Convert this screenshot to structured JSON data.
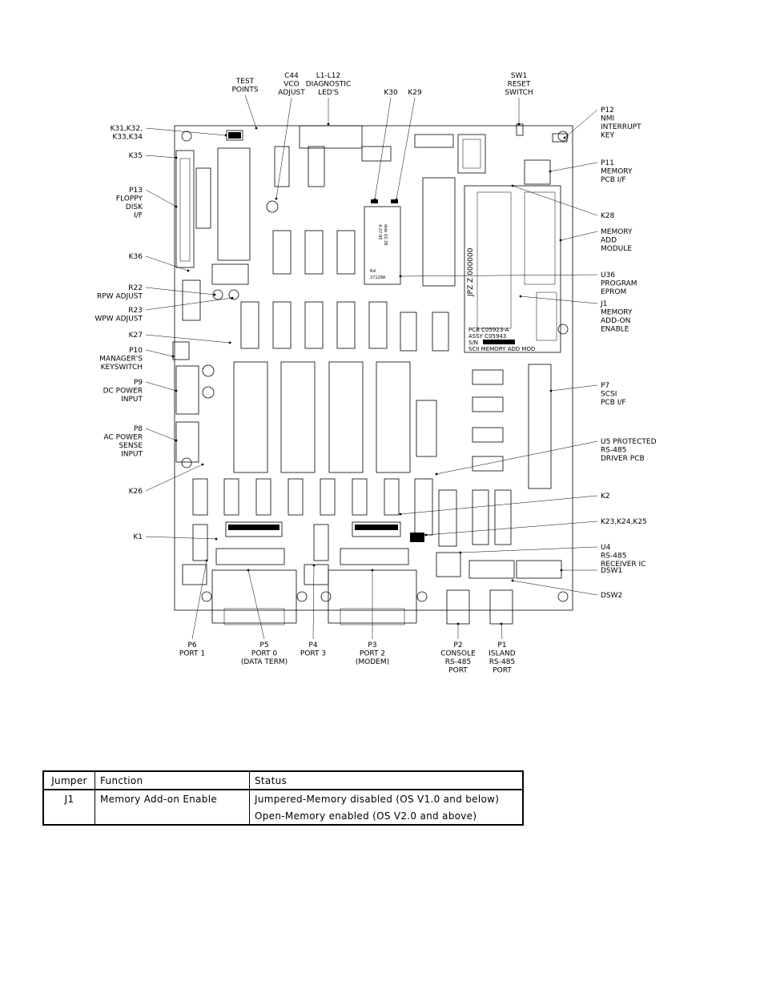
{
  "top_labels": [
    {
      "lines": [
        "TEST",
        "POINTS"
      ]
    },
    {
      "lines": [
        "C44",
        "VCO",
        "ADJUST"
      ]
    },
    {
      "lines": [
        "L1-L12",
        "DIAGNOSTIC",
        "LED'S"
      ]
    },
    {
      "lines": [
        "K30"
      ]
    },
    {
      "lines": [
        "K29"
      ]
    },
    {
      "lines": [
        "SW1",
        "RESET",
        "SWITCH"
      ]
    }
  ],
  "left_labels": [
    {
      "lines": [
        "K31,K32,",
        "K33,K34"
      ]
    },
    {
      "lines": [
        "K35"
      ]
    },
    {
      "lines": [
        "P13",
        "FLOPPY",
        "DISK",
        "I/F"
      ]
    },
    {
      "lines": [
        "K36"
      ]
    },
    {
      "lines": [
        "R22",
        "RPW ADJUST"
      ]
    },
    {
      "lines": [
        "R23",
        "WPW ADJUST"
      ]
    },
    {
      "lines": [
        "K27"
      ]
    },
    {
      "lines": [
        "P10",
        "MANAGER'S",
        "KEYSWITCH"
      ]
    },
    {
      "lines": [
        "P9",
        "DC POWER",
        "INPUT"
      ]
    },
    {
      "lines": [
        "P8",
        "AC POWER",
        "SENSE",
        "INPUT"
      ]
    },
    {
      "lines": [
        "K26"
      ]
    },
    {
      "lines": [
        "K1"
      ]
    }
  ],
  "right_labels": [
    {
      "lines": [
        "P12",
        "NMI",
        "INTERRUPT",
        "KEY"
      ]
    },
    {
      "lines": [
        "P11",
        "MEMORY",
        "PCB I/F"
      ]
    },
    {
      "lines": [
        "K28"
      ]
    },
    {
      "lines": [
        "MEMORY",
        "ADD",
        "MODULE"
      ]
    },
    {
      "lines": [
        "U36",
        "PROGRAM",
        "EPROM"
      ]
    },
    {
      "lines": [
        "J1",
        "MEMORY",
        "ADD-ON",
        "ENABLE"
      ]
    },
    {
      "lines": [
        "P7",
        "SCSI",
        "PCB I/F"
      ]
    },
    {
      "lines": [
        "U5 PROTECTED",
        "RS-485",
        "DRIVER PCB"
      ]
    },
    {
      "lines": [
        "K2"
      ]
    },
    {
      "lines": [
        "K23,K24,K25"
      ]
    },
    {
      "lines": [
        "U4",
        "RS-485",
        "RECEIVER IC"
      ]
    },
    {
      "lines": [
        "DSW1"
      ]
    },
    {
      "lines": [
        "DSW2"
      ]
    }
  ],
  "bottom_labels": [
    {
      "lines": [
        "P6",
        "PORT 1"
      ]
    },
    {
      "lines": [
        "P5",
        "PORT 0",
        "(DATA TERM)"
      ]
    },
    {
      "lines": [
        "P4",
        "PORT 3"
      ]
    },
    {
      "lines": [
        "P3",
        "PORT 2",
        "(MODEM)"
      ]
    },
    {
      "lines": [
        "P2",
        "CONSOLE",
        "RS-485",
        "PORT"
      ]
    },
    {
      "lines": [
        "P1",
        "ISLAND",
        "RS-485",
        "PORT"
      ]
    }
  ],
  "board_text": {
    "pcb": "PCB C05923-A",
    "assy": "ASSY C05943",
    "sn": "S/N",
    "mod": "SCII MEMORY ADD MOD",
    "eprom_lines": [
      "dsle V2.38",
      "4-27-95",
      "RsI",
      "27128A"
    ],
    "memory_vertical": "JPZ Z 000000"
  },
  "table": {
    "headers": [
      "Jumper",
      "Function",
      "Status"
    ],
    "rows": [
      {
        "jumper": "J1",
        "function": "Memory Add-on Enable",
        "status": "Jumpered-Memory disabled (OS V1.0 and below)"
      },
      {
        "jumper": "",
        "function": "",
        "status": "Open-Memory enabled (OS V2.0 and above)"
      }
    ]
  }
}
